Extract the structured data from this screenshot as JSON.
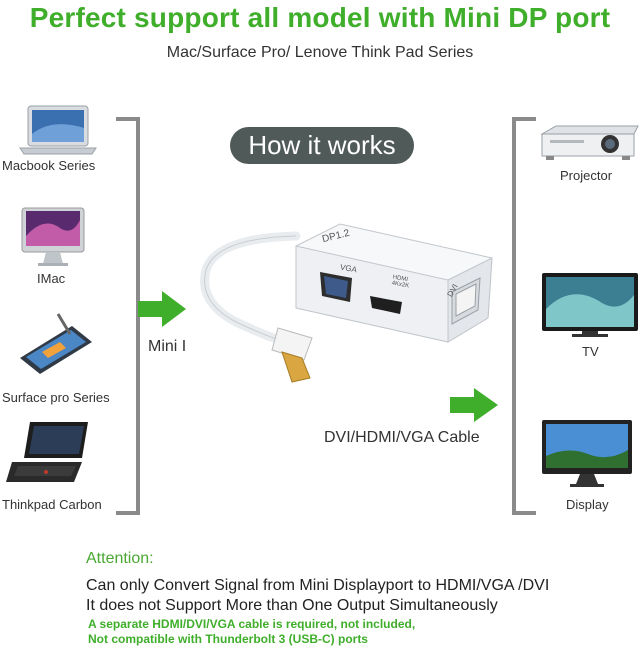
{
  "headline": "Perfect support all model with Mini DP port",
  "subheadline": "Mac/Surface Pro/ Lenove Think Pad Series",
  "badge": "How it works",
  "inputs": [
    {
      "label": "Macbook Series",
      "icon": "laptop-icon"
    },
    {
      "label": "IMac",
      "icon": "imac-icon"
    },
    {
      "label": "Surface pro Series",
      "icon": "tablet-icon"
    },
    {
      "label": "Thinkpad Carbon",
      "icon": "laptop-icon"
    }
  ],
  "outputs": [
    {
      "label": "Projector",
      "icon": "projector-icon"
    },
    {
      "label": "TV",
      "icon": "tv-icon"
    },
    {
      "label": "Display",
      "icon": "monitor-icon"
    }
  ],
  "input_arrow_label": "Mini I",
  "output_arrow_label": "DVI/HDMI/VGA Cable",
  "adapter": {
    "brand_text": "DP1.2",
    "port_labels": {
      "vga": "VGA",
      "hdmi": "HDMI\n4Kx2K",
      "dvi": "DVI"
    }
  },
  "attention": {
    "heading": "Attention:",
    "lines": [
      "Can only Convert Signal from Mini Displayport to HDMI/VGA /DVI",
      "It does not Support More than One Output Simultaneously"
    ],
    "notes": [
      "A separate HDMI/DVI/VGA cable is required, not included,",
      "Not compatible with Thunderbolt 3 (USB-C) ports"
    ]
  },
  "colors": {
    "accent_green": "#3fae2a",
    "badge_bg": "#505a58",
    "bracket": "#8a8a8a"
  }
}
